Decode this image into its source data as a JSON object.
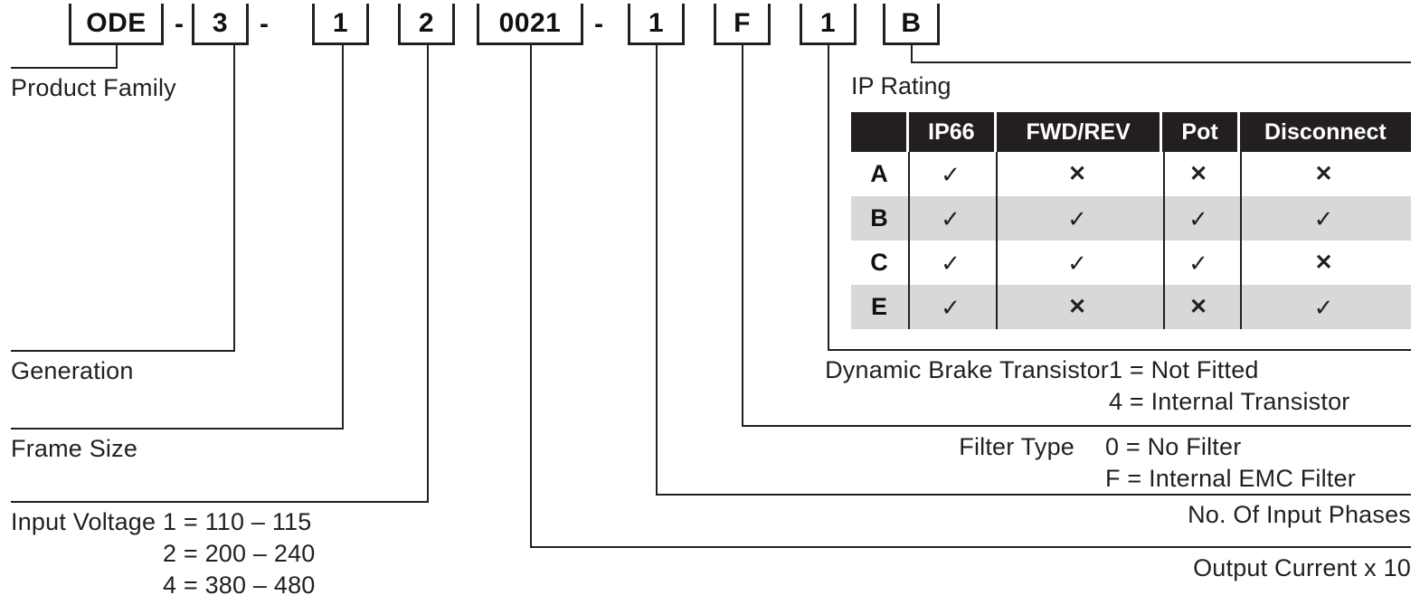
{
  "part_number": {
    "segments": [
      {
        "type": "box",
        "text": "ODE",
        "name": "code-box-product-family"
      },
      {
        "type": "dash",
        "text": "-",
        "name": "code-dash-1"
      },
      {
        "type": "box",
        "text": "3",
        "name": "code-box-generation"
      },
      {
        "type": "dash",
        "text": "-",
        "name": "code-dash-2"
      },
      {
        "type": "box",
        "text": "1",
        "name": "code-box-frame-size"
      },
      {
        "type": "box",
        "text": "2",
        "name": "code-box-input-voltage"
      },
      {
        "type": "box",
        "text": "0021",
        "name": "code-box-output-current"
      },
      {
        "type": "dash",
        "text": "-",
        "name": "code-dash-3"
      },
      {
        "type": "box",
        "text": "1",
        "name": "code-box-input-phases"
      },
      {
        "type": "box",
        "text": "F",
        "name": "code-box-filter-type"
      },
      {
        "type": "box",
        "text": "1",
        "name": "code-box-brake-transistor"
      },
      {
        "type": "box",
        "text": "B",
        "name": "code-box-ip-rating"
      }
    ]
  },
  "labels": {
    "product_family": "Product Family",
    "generation": "Generation",
    "frame_size": "Frame Size",
    "input_voltage": "Input Voltage",
    "input_voltage_options": [
      "1 = 110 – 115",
      "2 = 200 – 240",
      "4 = 380 – 480"
    ],
    "output_current": "Output Current x 10",
    "input_phases": "No. Of Input Phases",
    "filter_type": "Filter Type",
    "filter_type_options": [
      "0 = No Filter",
      "F = Internal EMC Filter"
    ],
    "brake_transistor": "Dynamic Brake Transistor",
    "brake_transistor_options": [
      "1 = Not Fitted",
      "4 = Internal Transistor"
    ],
    "ip_rating": "IP Rating"
  },
  "ip_table": {
    "columns": [
      "",
      "IP66",
      "FWD/REV",
      "Pot",
      "Disconnect"
    ],
    "rows": [
      {
        "label": "A",
        "values": [
          "yes",
          "no",
          "no",
          "no"
        ]
      },
      {
        "label": "B",
        "values": [
          "yes",
          "yes",
          "yes",
          "yes"
        ]
      },
      {
        "label": "C",
        "values": [
          "yes",
          "yes",
          "yes",
          "no"
        ]
      },
      {
        "label": "E",
        "values": [
          "yes",
          "no",
          "no",
          "yes"
        ]
      }
    ],
    "marks": {
      "yes": "✓",
      "no": "✕"
    }
  },
  "colors": {
    "ink": "#231f20",
    "header_bg": "#231f20",
    "header_fg": "#ffffff",
    "row_band": "#d8d8d8",
    "page_bg": "#ffffff"
  }
}
